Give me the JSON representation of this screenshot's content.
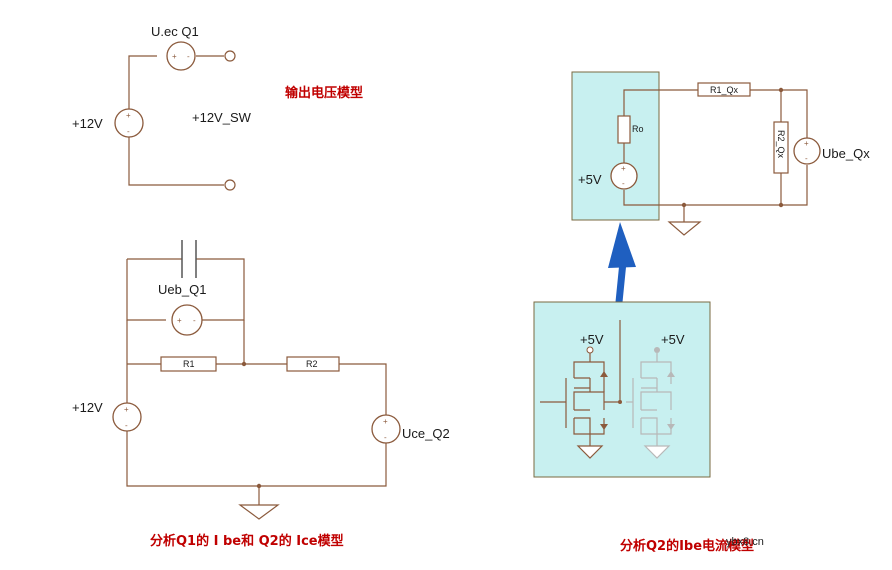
{
  "colors": {
    "wire": "#8b5a3c",
    "title": "#c00000",
    "panel_fill": "#c8f0f0",
    "panel_border": "#7a6a40",
    "arrow": "#1f5fc0",
    "ghost": "#b8b8b8"
  },
  "circuit1": {
    "source_top_label": "U.ec  Q1",
    "source_left_label": "+12V",
    "net_label": "+12V_SW",
    "title": "输出电压模型"
  },
  "circuit2": {
    "source_top_label": "Ueb_Q1",
    "source_left_label": "+12V",
    "r1_label": "R1",
    "r2_label": "R2",
    "source_right_label": "Uce_Q2",
    "title": "分析Q1的 I be和 Q2的 Ice模型"
  },
  "circuit3": {
    "ro_label": "Ro",
    "source_left_label": "+5V",
    "r1_label": "R1_Qx",
    "r2_label": "R2_Qx",
    "source_right_label": "Ube_Qx"
  },
  "circuit4": {
    "vcc_left_label": "+5V",
    "vcc_right_label": "+5V",
    "title": "分析Q2的Ibe电流模型"
  },
  "watermark": "ybx8.cn"
}
